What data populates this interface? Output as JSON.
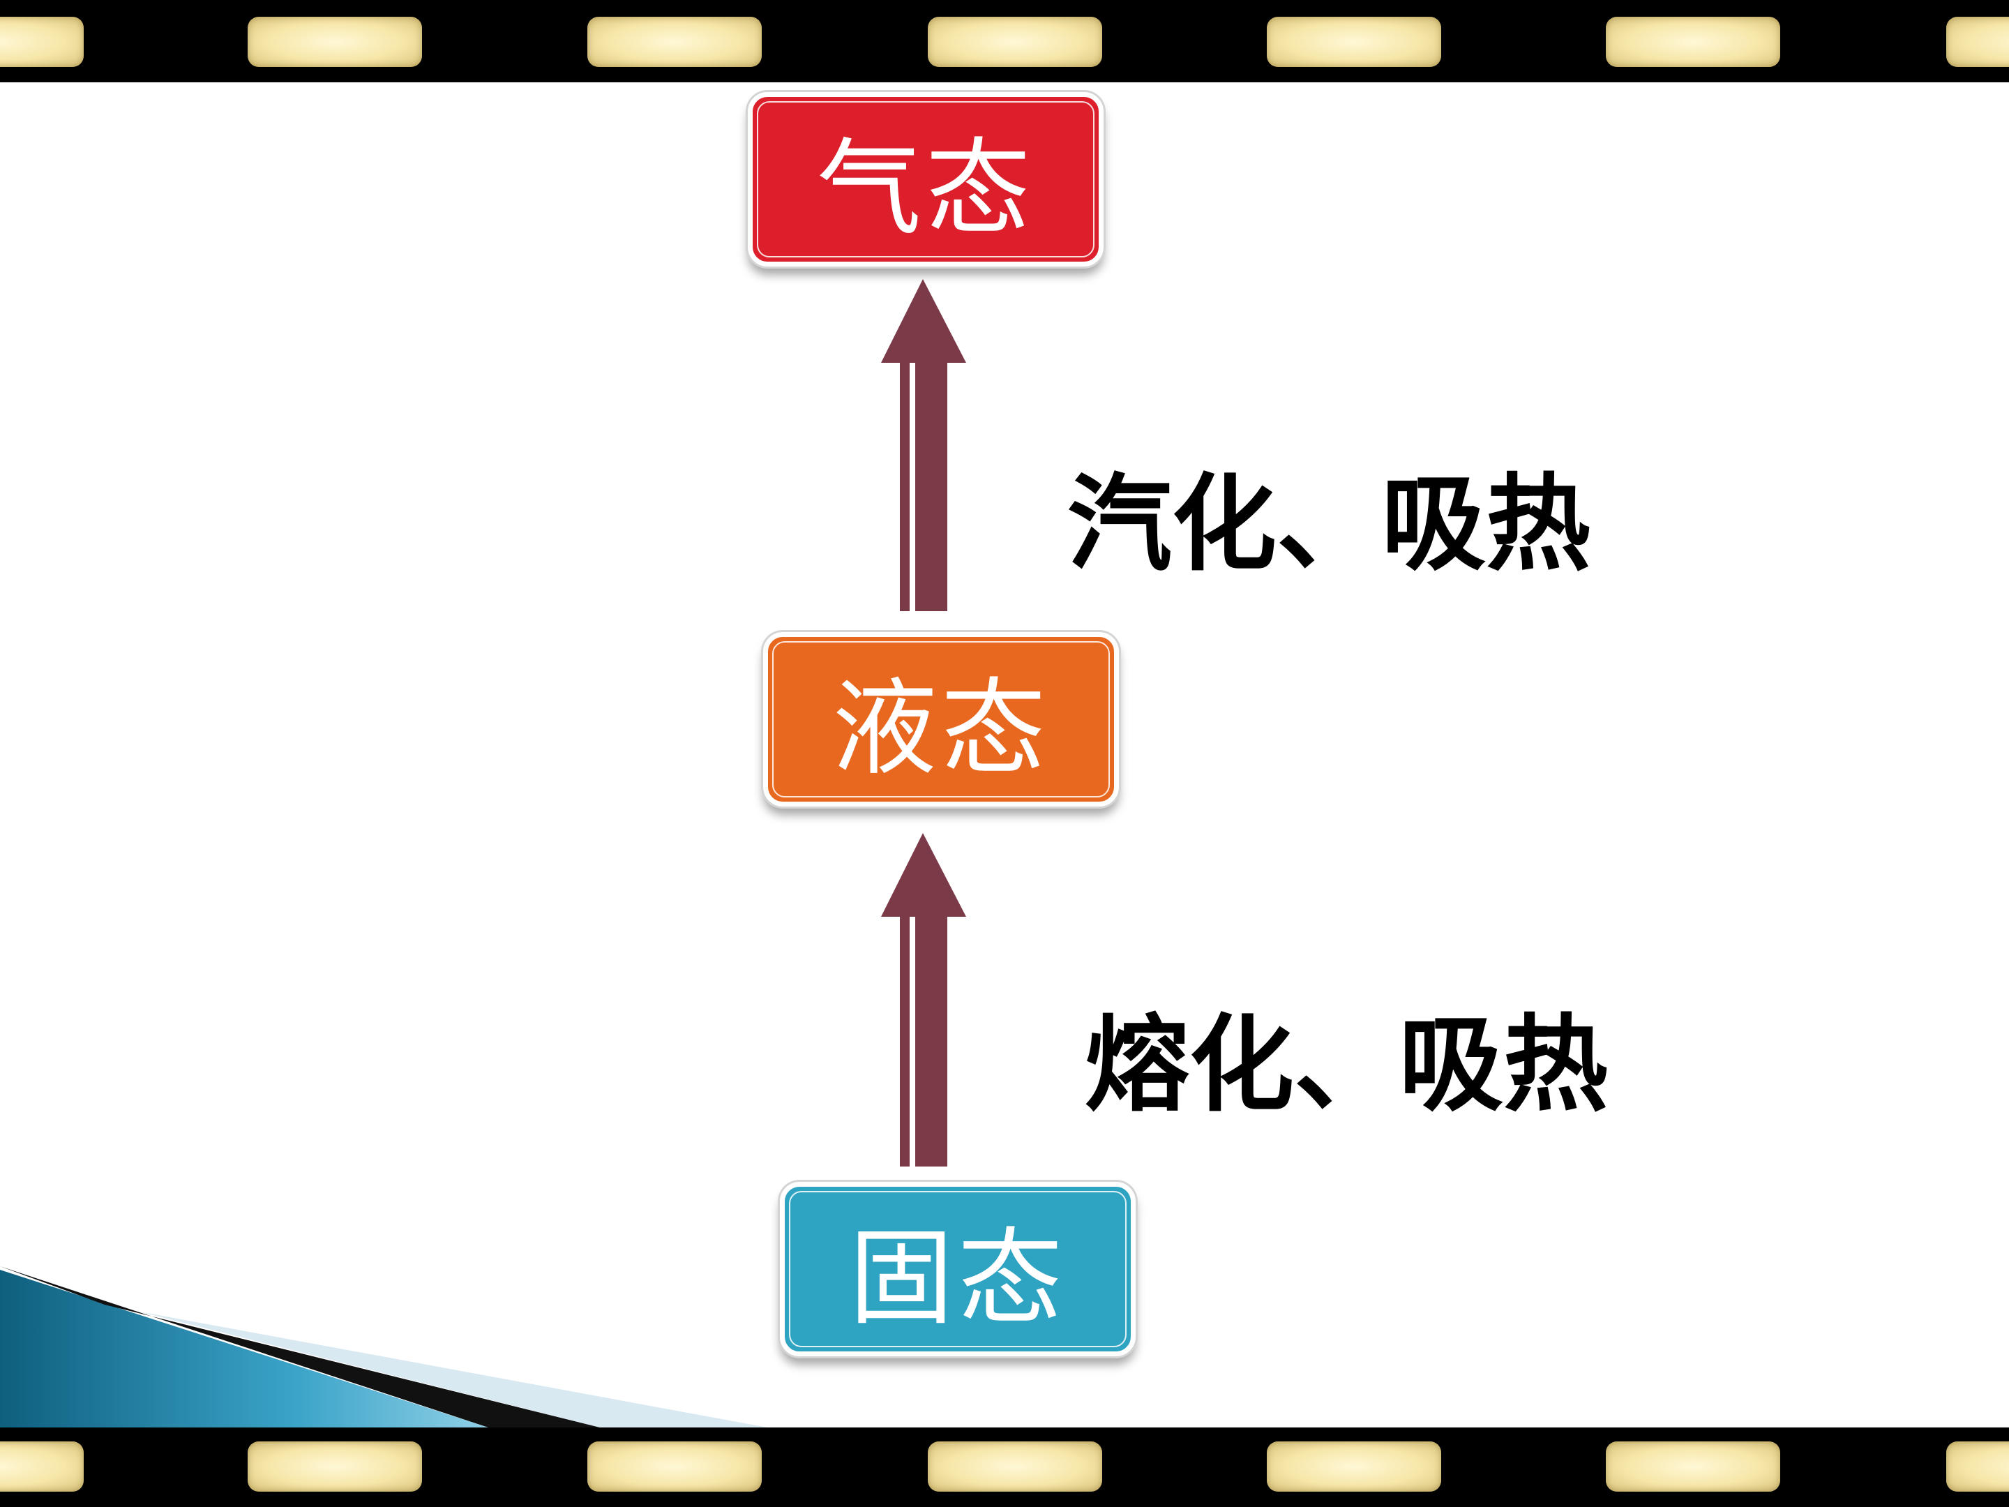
{
  "states": {
    "gas": {
      "label": "气态",
      "color": "#dc1f2b"
    },
    "liquid": {
      "label": "液态",
      "color": "#e8681f"
    },
    "solid": {
      "label": "固态",
      "color": "#2ea3c2"
    }
  },
  "processes": {
    "vaporization": {
      "label": "汽化、吸热"
    },
    "melting": {
      "label": "熔化、吸热"
    }
  },
  "colors": {
    "arrow": "#7b3a48",
    "film_frame": "#000000",
    "film_hole": "#f6e6a8",
    "background": "#ffffff"
  }
}
